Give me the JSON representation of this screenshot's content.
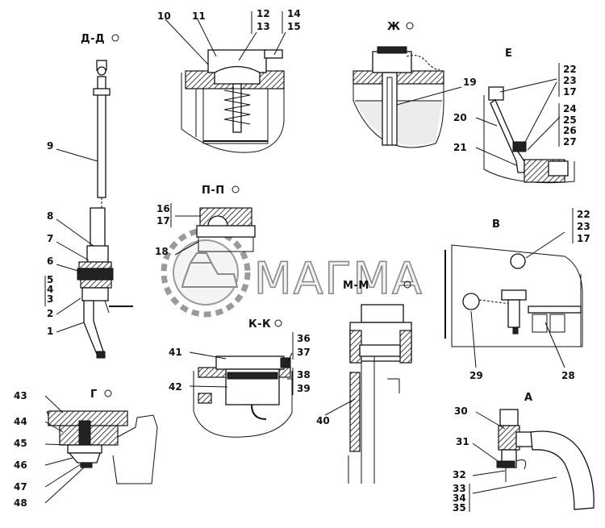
{
  "views": {
    "dd": "Д-Д",
    "zh": "Ж",
    "e": "Е",
    "pp": "П-П",
    "v": "В",
    "mm": "М-М",
    "kk": "К-К",
    "g": "Г",
    "a": "А"
  },
  "watermark": "МАГМА",
  "callouts": {
    "c1": "1",
    "c2": "2",
    "c3": "3",
    "c4": "4",
    "c5": "5",
    "c6": "6",
    "c7": "7",
    "c8": "8",
    "c9": "9",
    "c10": "10",
    "c11": "11",
    "c12": "12",
    "c13": "13",
    "c14": "14",
    "c15": "15",
    "c16": "16",
    "c17": "17",
    "c18": "18",
    "c19": "19",
    "c20": "20",
    "c21": "21",
    "c22a": "22",
    "c23a": "23",
    "c17a": "17",
    "c24": "24",
    "c25": "25",
    "c26": "26",
    "c27": "27",
    "c22b": "22",
    "c23b": "23",
    "c17b": "17",
    "c28": "28",
    "c29": "29",
    "c30": "30",
    "c31": "31",
    "c32": "32",
    "c33": "33",
    "c34": "34",
    "c35": "35",
    "c36": "36",
    "c37": "37",
    "c38": "38",
    "c39": "39",
    "c40": "40",
    "c41": "41",
    "c42": "42",
    "c43": "43",
    "c44": "44",
    "c45": "45",
    "c46": "46",
    "c47": "47",
    "c48": "48"
  }
}
